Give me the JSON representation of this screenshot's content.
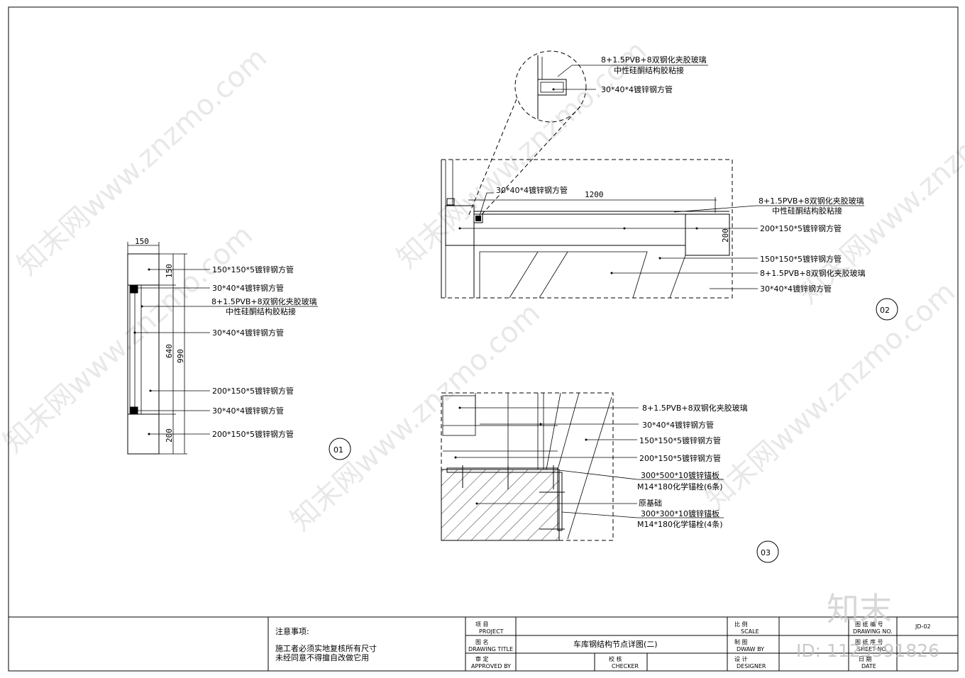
{
  "details": {
    "d01": {
      "label": "01",
      "dims": {
        "width": "150",
        "top": "150",
        "mid": "640",
        "total": "990",
        "bottom": "200"
      },
      "callouts": [
        "150*150*5镀锌钢方管",
        "30*40*4镀锌钢方管",
        "8+1.5PVB+8双钢化夹胶玻璃",
        "中性硅酮结构胶粘接",
        "30*40*4镀锌钢方管",
        "200*150*5镀锌钢方管",
        "30*40*4镀锌钢方管",
        "200*150*5镀锌钢方管"
      ]
    },
    "d02": {
      "label": "02",
      "dims": {
        "span": "1200",
        "height": "200"
      },
      "zoom_callouts": [
        "8+1.5PVB+8双钢化夹胶玻璃",
        "中性硅酮结构胶粘接",
        "30*40*4镀锌钢方管"
      ],
      "callouts": [
        "30*40*4镀锌钢方管",
        "8+1.5PVB+8双钢化夹胶玻璃",
        "中性硅酮结构胶粘接",
        "200*150*5镀锌钢方管",
        "150*150*5镀锌钢方管",
        "8+1.5PVB+8双钢化夹胶玻璃",
        "30*40*4镀锌钢方管"
      ]
    },
    "d03": {
      "label": "03",
      "callouts": [
        "8+1.5PVB+8双钢化夹胶玻璃",
        "30*40*4镀锌钢方管",
        "150*150*5镀锌钢方管",
        "200*150*5镀锌钢方管",
        "300*500*10镀锌锚板",
        "M14*180化学锚栓(6条)",
        "原基础",
        "300*300*10镀锌锚板",
        "M14*180化学锚栓(4条)"
      ]
    }
  },
  "title_block": {
    "notes_title": "注意事项:",
    "notes_line1": "施工者必须实地复核所有尺寸",
    "notes_line2": "未经同意不得擅自改做它用",
    "project_cn": "项      目",
    "project_en": "PROJECT",
    "drawing_title_cn": "图      名",
    "drawing_title_en": "DRAWING TITLE",
    "drawing_title_value": "车库钢结构节点详图(二)",
    "approved_cn": "审      定",
    "approved_en": "APPROVED BY",
    "checker_cn": "校      核",
    "checker_en": "CHECKER",
    "scale_cn": "比      例",
    "scale_en": "SCALE",
    "drawn_cn": "制      图",
    "drawn_en": "DWAW BY",
    "designer_cn": "设      计",
    "designer_en": "DESIGNER",
    "drawing_no_cn": "图 纸 编 号",
    "drawing_no_en": "DRAWING NO.",
    "drawing_no_value": "JD-02",
    "sheet_cn": "图 纸 序 号",
    "sheet_en": "SHEET NO.",
    "date_cn": "日      期",
    "date_en": "DATE"
  },
  "watermark": {
    "text": "知末网www.znzmo.com",
    "logo": "知末",
    "id_text": "ID: 1125591826"
  }
}
